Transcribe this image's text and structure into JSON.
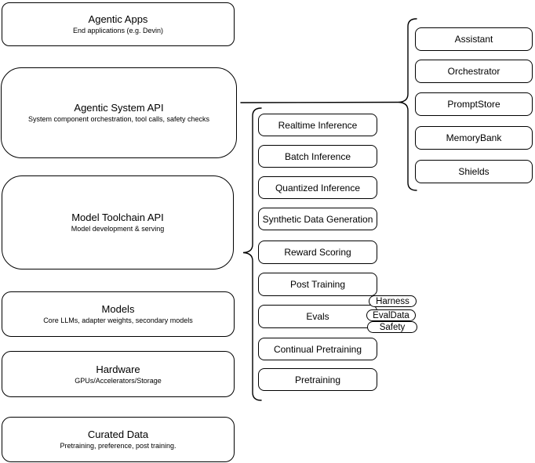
{
  "diagram": {
    "colors": {
      "background": "#ffffff",
      "stroke": "#000000",
      "text": "#000000"
    },
    "left_stack": [
      {
        "title": "Agentic Apps",
        "subtitle": "End applications (e.g. Devin)"
      },
      {
        "title": "Agentic System API",
        "subtitle": "System component orchestration, tool calls, safety checks"
      },
      {
        "title": "Model Toolchain API",
        "subtitle": "Model development & serving"
      },
      {
        "title": "Models",
        "subtitle": "Core LLMs, adapter weights, secondary models"
      },
      {
        "title": "Hardware",
        "subtitle": "GPUs/Accelerators/Storage"
      },
      {
        "title": "Curated Data",
        "subtitle": "Pretraining, preference, post training."
      }
    ],
    "toolchain_components": [
      "Realtime Inference",
      "Batch Inference",
      "Quantized Inference",
      "Synthetic Data Generation",
      "Reward Scoring",
      "Post Training",
      "Evals",
      "Continual Pretraining",
      "Pretraining"
    ],
    "eval_tags": [
      "Harness",
      "EvalData",
      "Safety"
    ],
    "system_components": [
      "Assistant",
      "Orchestrator",
      "PromptStore",
      "MemoryBank",
      "Shields"
    ]
  }
}
